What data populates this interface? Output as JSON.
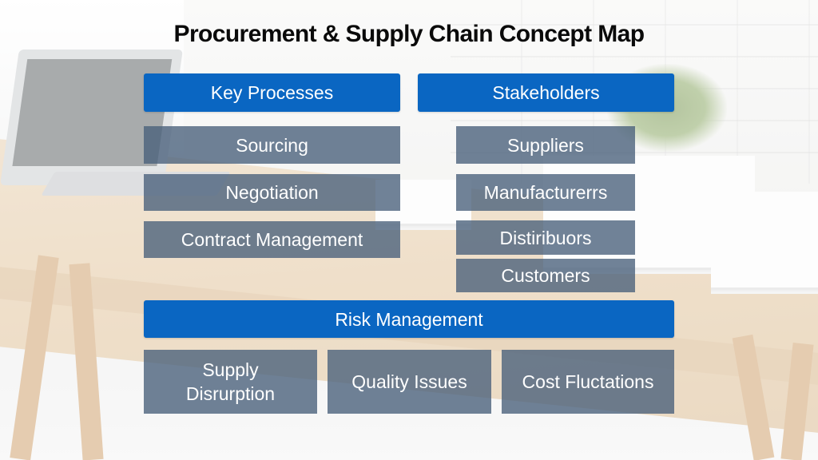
{
  "title": "Procurement & Supply Chain Concept Map",
  "colors": {
    "header_blue": "#0a66c2",
    "item_slate": "#566e8a",
    "text_white": "#ffffff",
    "title_black": "#0a0a0a"
  },
  "key_processes": {
    "header": "Key Processes",
    "items": [
      "Sourcing",
      "Negotiation",
      "Contract Management"
    ]
  },
  "stakeholders": {
    "header": "Stakeholders",
    "items": [
      "Suppliers",
      "Manufacturerrs",
      "Distiribuors",
      "Customers"
    ]
  },
  "risk_management": {
    "header": "Risk Management",
    "items": [
      "Supply Disrurption",
      "Quality Issues",
      "Cost Fluctations"
    ],
    "supply_disruption_lines": [
      "Supply",
      "Disrurption"
    ]
  }
}
